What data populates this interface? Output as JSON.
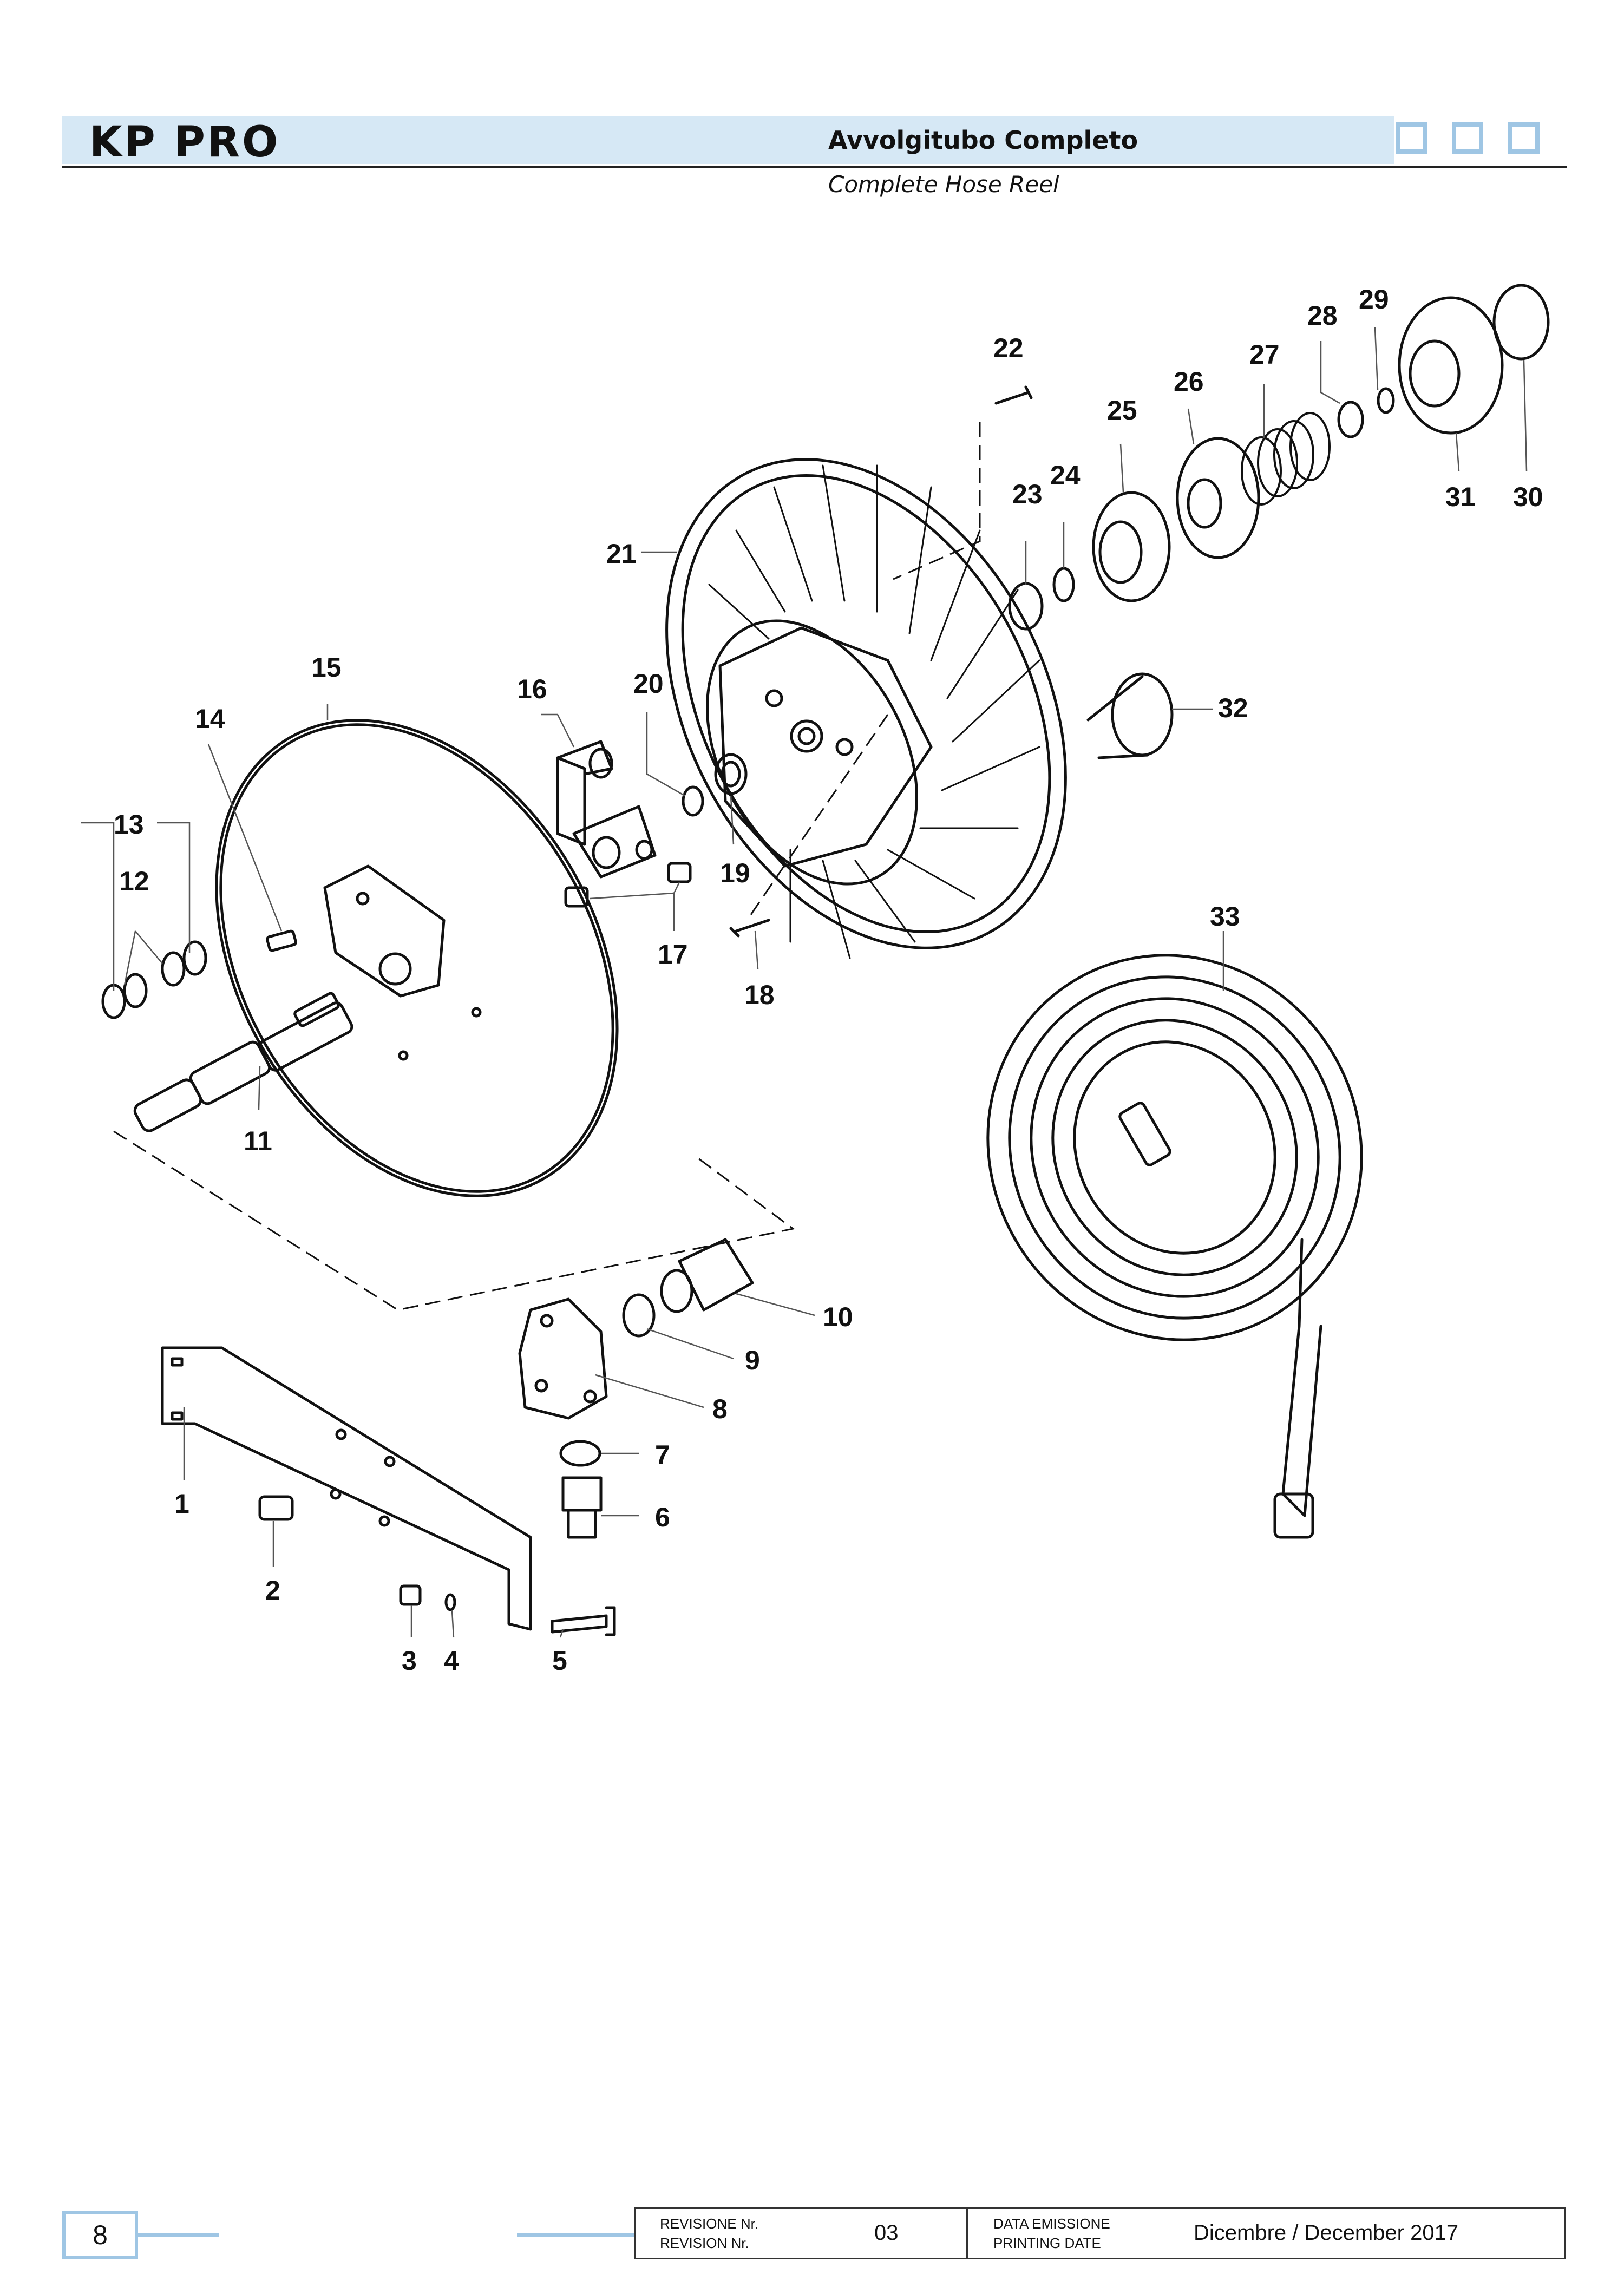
{
  "header": {
    "brand": "KP PRO",
    "title_it": "Avvolgitubo Completo",
    "title_en": "Complete Hose Reel",
    "accent_color": "#d6e8f5",
    "box_color": "#9fc6e4"
  },
  "callouts": [
    "1",
    "2",
    "3",
    "4",
    "5",
    "6",
    "7",
    "8",
    "9",
    "10",
    "11",
    "12",
    "13",
    "14",
    "15",
    "16",
    "17",
    "18",
    "19",
    "20",
    "21",
    "22",
    "23",
    "24",
    "25",
    "26",
    "27",
    "28",
    "29",
    "30",
    "31",
    "32",
    "33"
  ],
  "footer": {
    "page_number": "8",
    "revision_label_it": "REVISIONE Nr.",
    "revision_label_en": "REVISION Nr.",
    "revision_value": "03",
    "date_label_it": "DATA EMISSIONE",
    "date_label_en": "PRINTING DATE",
    "date_value": "Dicembre / December 2017"
  }
}
